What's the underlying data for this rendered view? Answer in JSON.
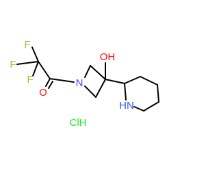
{
  "molecule": {
    "atoms": {
      "f_top": "F",
      "f_left": "F",
      "f_lower": "F",
      "oxygen": "O",
      "n_azetidine": "N",
      "hydroxyl": "OH",
      "n_piperidine": "HN"
    },
    "salt": "ClH"
  },
  "colors": {
    "bond": "#000000",
    "fluorine": "#9acd32",
    "oxygen": "#ff0d0d",
    "nitrogen": "#3050f8",
    "chlorine": "#1ff01f"
  }
}
